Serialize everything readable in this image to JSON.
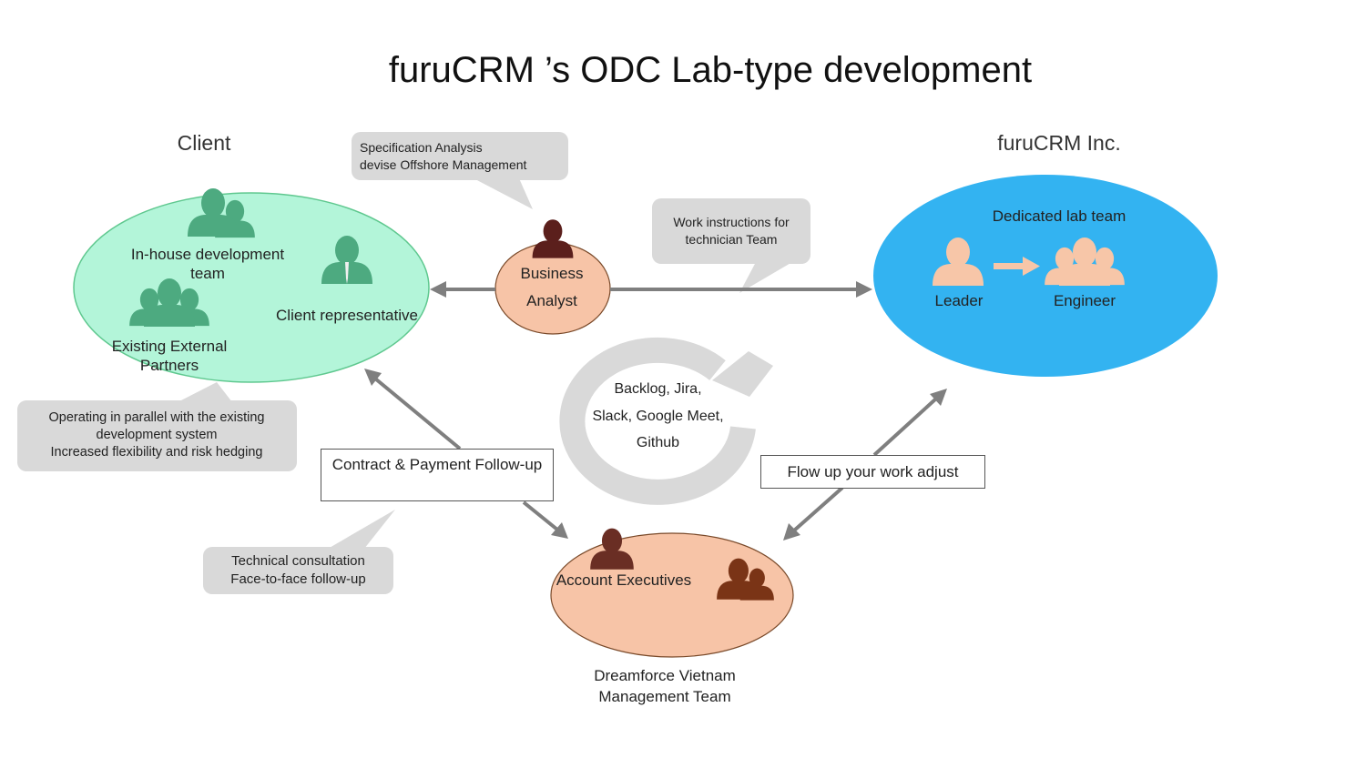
{
  "title": "furuCRM ’s ODC Lab-type development",
  "client": {
    "heading": "Client",
    "inhouse_team": "In-house development team",
    "client_rep": "Client representative",
    "external_partners": "Existing External Partners"
  },
  "furucrm": {
    "heading": "furuCRM Inc.",
    "dedicated_team": "Dedicated lab team",
    "leader": "Leader",
    "engineer": "Engineer"
  },
  "business_analyst": "Business Analyst",
  "callouts": {
    "spec": [
      "Specification Analysis",
      "devise Offshore Management"
    ],
    "work": [
      "Work instructions for",
      "technician Team"
    ],
    "parallel": [
      "Operating in parallel with the existing",
      "development system",
      "Increased flexibility and risk hedging"
    ],
    "technical": [
      "Technical consultation",
      "Face-to-face follow-up"
    ]
  },
  "tools": [
    "Backlog, Jira,",
    "Slack, Google Meet,",
    "Github"
  ],
  "contract_box": "Contract & Payment Follow-up",
  "flow_box": "Flow up your work adjust",
  "account_executives": "Account Executives",
  "dreamforce": [
    "Dreamforce Vietnam",
    "Management Team"
  ],
  "colors": {
    "client_fill": "#b3f5d9",
    "client_stroke": "#5fc88f",
    "client_icon": "#4daa80",
    "furucrm_fill": "#33b3f1",
    "furucrm_icon": "#f7c6a8",
    "orange_fill": "#f7c4a7",
    "orange_stroke": "#7a4a2a",
    "ba_icon": "#5b1f1c",
    "ae_icon": "#6a2e24",
    "ae_group_icon": "#7a3416",
    "arrow": "#7f7f7f",
    "callout": "#d9d9d9",
    "cycle": "#d9d9d9"
  },
  "icons": [
    "person-group-icon",
    "person-tie-icon",
    "person-icon",
    "right-arrow-icon",
    "cycle-arrow-icon"
  ]
}
